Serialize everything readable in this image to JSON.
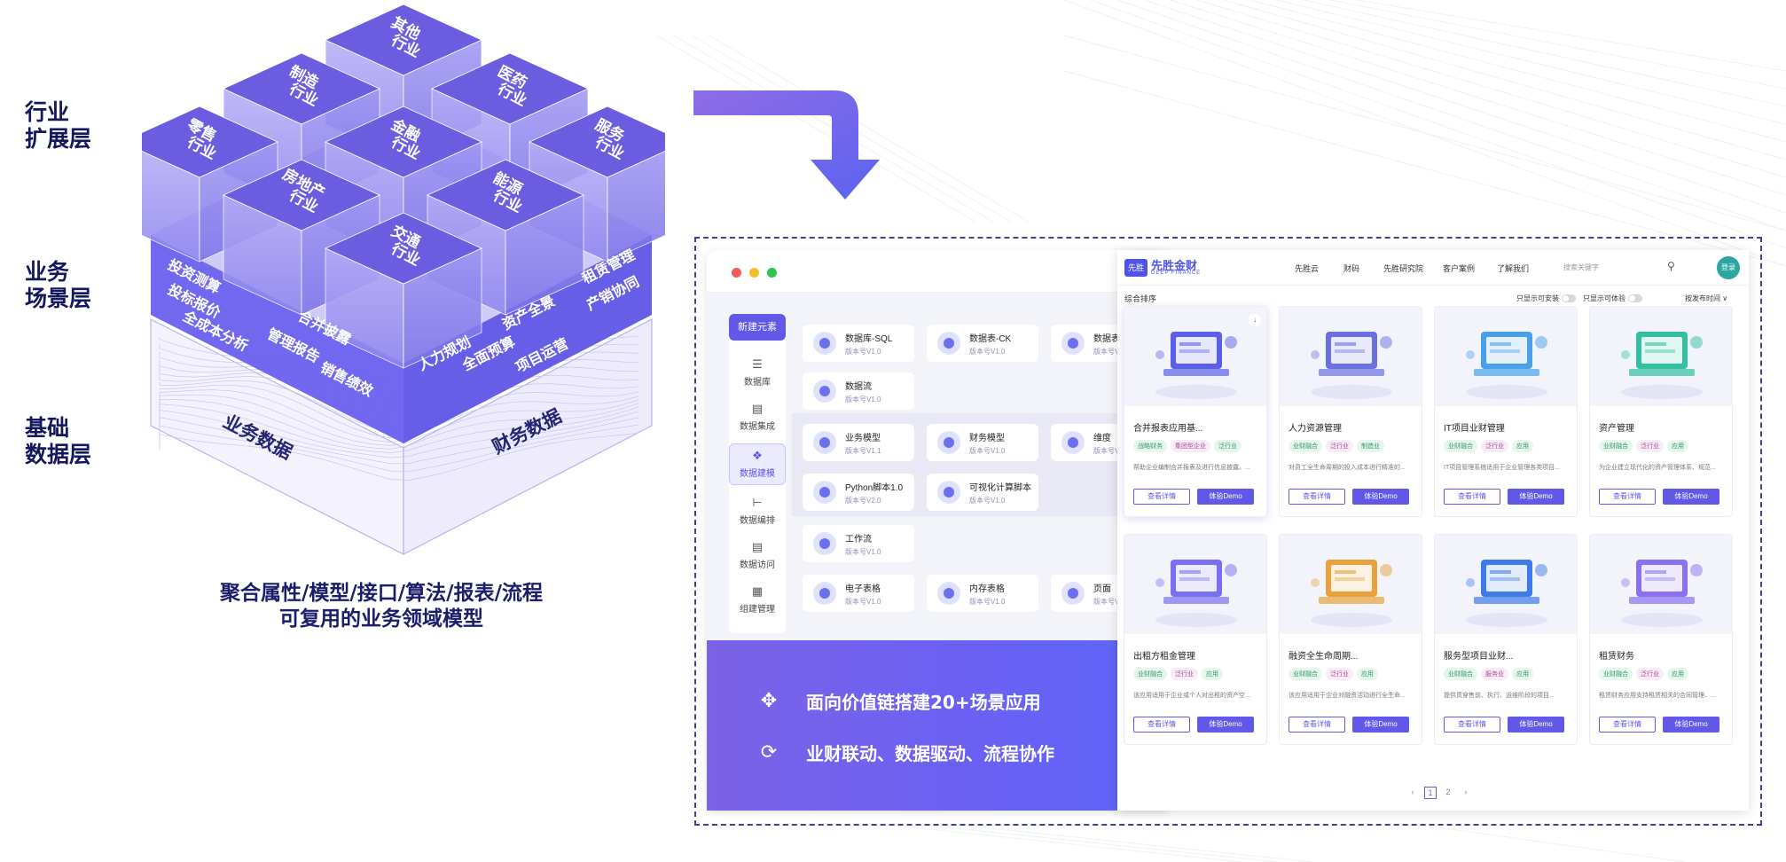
{
  "layers": {
    "industry": [
      "行业",
      "扩展层"
    ],
    "scene": [
      "业务",
      "场景层"
    ],
    "data": [
      "基础",
      "数据层"
    ]
  },
  "cube": {
    "industry_blocks": [
      "其他\n行业",
      "制造\n行业",
      "医药\n行业",
      "零售\n行业",
      "金融\n行业",
      "服务\n行业",
      "房地产\n行业",
      "能源\n行业",
      "交通\n行业"
    ],
    "scene_left": [
      "投资测算",
      "投标报价",
      "全成本分析",
      "合并披露",
      "管理报告",
      "销售绩效"
    ],
    "scene_right": [
      "租赁管理",
      "产销协同",
      "资产全景",
      "人力规划",
      "全面预算",
      "项目运营"
    ],
    "base_left": "业务数据",
    "base_right": "财务数据"
  },
  "caption": [
    "聚合属性/模型/接口/算法/报表/流程",
    "可复用的业务领域模型"
  ],
  "builder": {
    "new_button": "新建元素",
    "sidebar": [
      "数据库",
      "数据集成",
      "数据建模",
      "数据编排",
      "数据访问",
      "组建管理"
    ],
    "nodes": [
      {
        "title": "数据库-SQL",
        "version": "版本号V1.0"
      },
      {
        "title": "数据表-CK",
        "version": "版本号V1.0"
      },
      {
        "title": "数据表-",
        "version": "版本号V"
      },
      {
        "title": "数据流",
        "version": "版本号V1.0"
      },
      {
        "title": "业务模型",
        "version": "版本号V1.1"
      },
      {
        "title": "财务模型",
        "version": "版本号V1.0"
      },
      {
        "title": "维度",
        "version": "版本号V"
      },
      {
        "title": "Python脚本1.0",
        "version": "版本号V2.0"
      },
      {
        "title": "可视化计算脚本",
        "version": "版本号V1.0"
      },
      {
        "title": "工作流",
        "version": "版本号V1.0"
      },
      {
        "title": "电子表格",
        "version": "版本号V1.0"
      },
      {
        "title": "内存表格",
        "version": "版本号V1.0"
      },
      {
        "title": "页面",
        "version": "版本号V"
      }
    ],
    "band": [
      "面向价值链搭建20+场景应用",
      "业财联动、数据驱动、流程协作"
    ]
  },
  "app": {
    "logo_badge": "先胜",
    "logo_name": "先胜金财",
    "logo_sub": "DEEP FINANCE",
    "nav": [
      "先胜云",
      "财码",
      "先胜研究院",
      "客户案例",
      "了解我们"
    ],
    "search_placeholder": "搜索关键字",
    "avatar": "登录",
    "sort_label": "综合排序",
    "filter_install": "只显示可安装",
    "filter_trial": "只显示可体验",
    "sort_time": "按发布时间 ∨",
    "detail_label": "查看详情",
    "demo_label": "体验Demo",
    "cards": [
      {
        "name": "合并报表应用基...",
        "tags": [
          "战略财务",
          "集团型企业",
          "泛行业"
        ],
        "desc": "帮助企业编制合并报表及进行信息披露。..."
      },
      {
        "name": "人力资源管理",
        "tags": [
          "业财融合",
          "泛行业",
          "制造业"
        ],
        "desc": "对员工全生命周期的投入成本进行精准的..."
      },
      {
        "name": "IT项目业财管理",
        "tags": [
          "业财融合",
          "泛行业",
          "应用"
        ],
        "desc": "IT项目管理系统适用于企业管理各类项目..."
      },
      {
        "name": "资产管理",
        "tags": [
          "业财融合",
          "泛行业",
          "应用"
        ],
        "desc": "为企业建立现代化的资产管理体系、规范..."
      },
      {
        "name": "出租方租金管理",
        "tags": [
          "业财融合",
          "泛行业",
          "应用"
        ],
        "desc": "该应用适用于企业或个人对出租的资产空..."
      },
      {
        "name": "融资全生命周期...",
        "tags": [
          "业财融合",
          "泛行业",
          "应用"
        ],
        "desc": "该应用适用于企业对融资活动进行全生命..."
      },
      {
        "name": "服务型项目业财...",
        "tags": [
          "业财融合",
          "服务业",
          "应用"
        ],
        "desc": "提供贯穿售前、执行、运维阶段的项目..."
      },
      {
        "name": "租赁财务",
        "tags": [
          "业财融合",
          "泛行业",
          "应用"
        ],
        "desc": "租赁财务应用支持租赁相关的合同管理、..."
      }
    ],
    "pager": [
      "‹",
      "1",
      "2",
      "›"
    ]
  },
  "colors": {
    "accent": "#6258e8",
    "cube_top": "#6b5ce0",
    "navy": "#14165e"
  }
}
